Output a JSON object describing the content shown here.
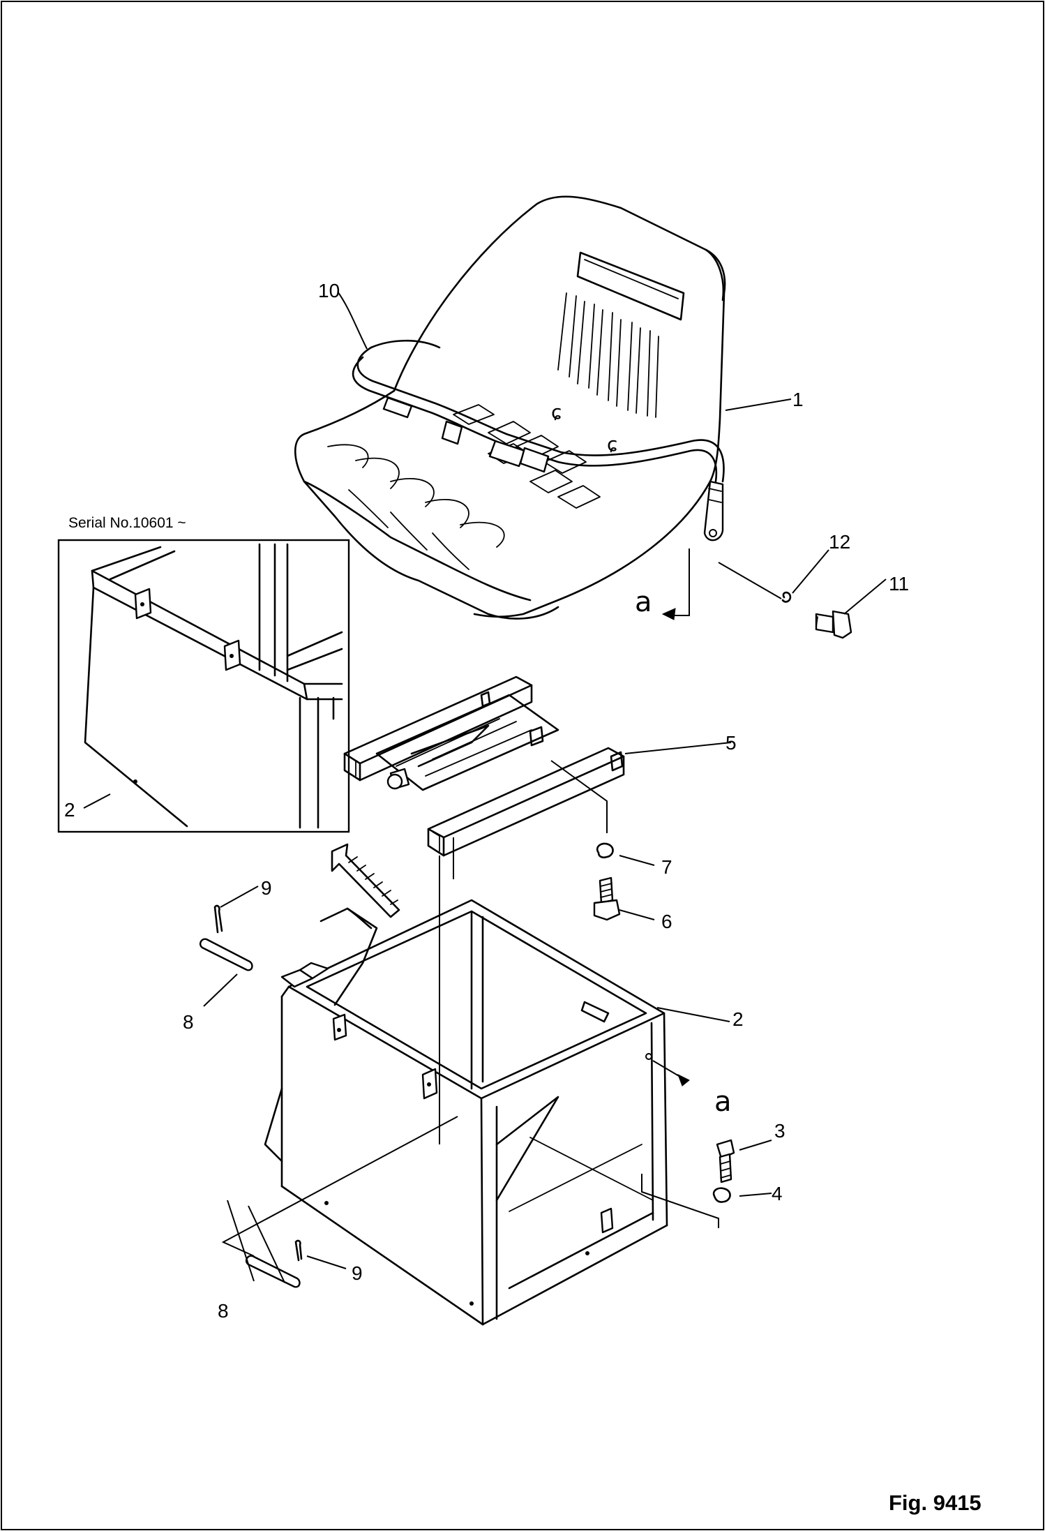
{
  "figure": {
    "fig_number": "Fig. 9415",
    "inset_serial": "Serial No.10601 ~"
  },
  "callouts": [
    {
      "id": "1",
      "text": "1"
    },
    {
      "id": "2",
      "text": "2"
    },
    {
      "id": "2-inset",
      "text": "2"
    },
    {
      "id": "3",
      "text": "3"
    },
    {
      "id": "4",
      "text": "4"
    },
    {
      "id": "5",
      "text": "5"
    },
    {
      "id": "6",
      "text": "6"
    },
    {
      "id": "7",
      "text": "7"
    },
    {
      "id": "8-upper",
      "text": "8"
    },
    {
      "id": "8-lower",
      "text": "8"
    },
    {
      "id": "9-upper",
      "text": "9"
    },
    {
      "id": "9-lower",
      "text": "9"
    },
    {
      "id": "10",
      "text": "10"
    },
    {
      "id": "11",
      "text": "11"
    },
    {
      "id": "12",
      "text": "12"
    }
  ],
  "view_marks": [
    {
      "id": "a-seat",
      "text": "a"
    },
    {
      "id": "a-box",
      "text": "a"
    }
  ]
}
